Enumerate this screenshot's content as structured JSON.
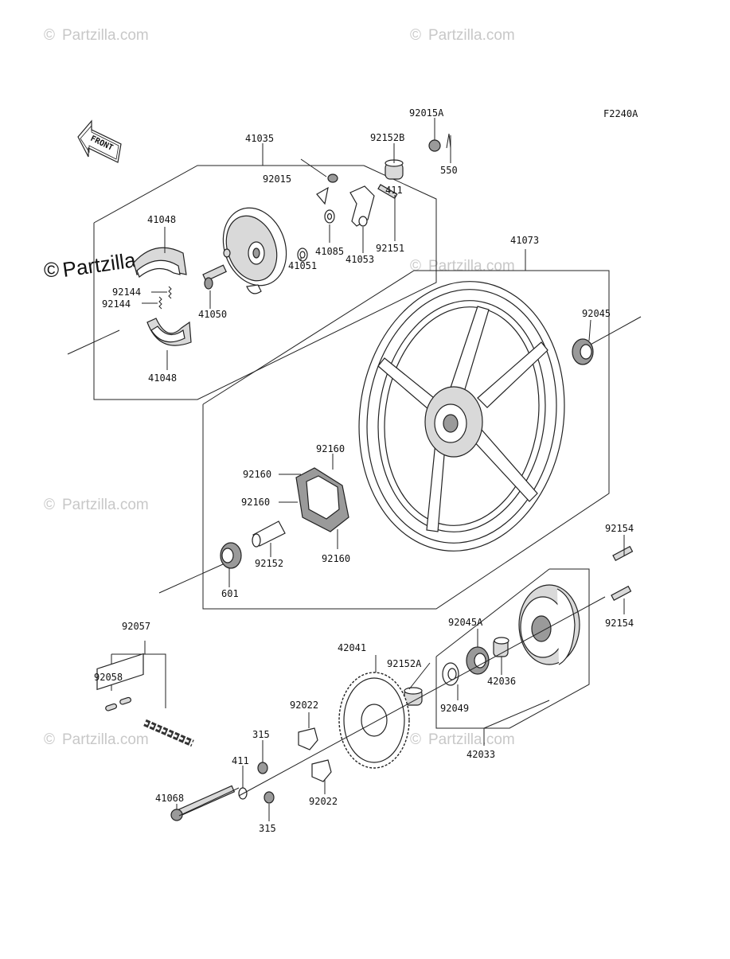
{
  "figure_code": "F2240A",
  "front_label": "FRONT",
  "watermark": "Partzilla.com",
  "copyright_symbol": "©",
  "parts": {
    "p41035": "41035",
    "p92015A": "92015A",
    "p92152B": "92152B",
    "p92015": "92015",
    "p411_top": "411",
    "p550": "550",
    "p41048_top": "41048",
    "p41051": "41051",
    "p41085": "41085",
    "p41053": "41053",
    "p92151": "92151",
    "p92144_a": "92144",
    "p92144_b": "92144",
    "p41050": "41050",
    "p41048_bot": "41048",
    "p41073": "41073",
    "p92045": "92045",
    "p92160_a": "92160",
    "p92160_b": "92160",
    "p92160_c": "92160",
    "p92160_d": "92160",
    "p92152": "92152",
    "p601": "601",
    "p92154_a": "92154",
    "p92154_b": "92154",
    "p92057": "92057",
    "p92058": "92058",
    "p42041": "42041",
    "p92045A": "92045A",
    "p92152A": "92152A",
    "p42036": "42036",
    "p92022_a": "92022",
    "p92049": "92049",
    "p315_a": "315",
    "p411_bot": "411",
    "p92022_b": "92022",
    "p42033": "42033",
    "p41068": "41068",
    "p315_b": "315"
  }
}
